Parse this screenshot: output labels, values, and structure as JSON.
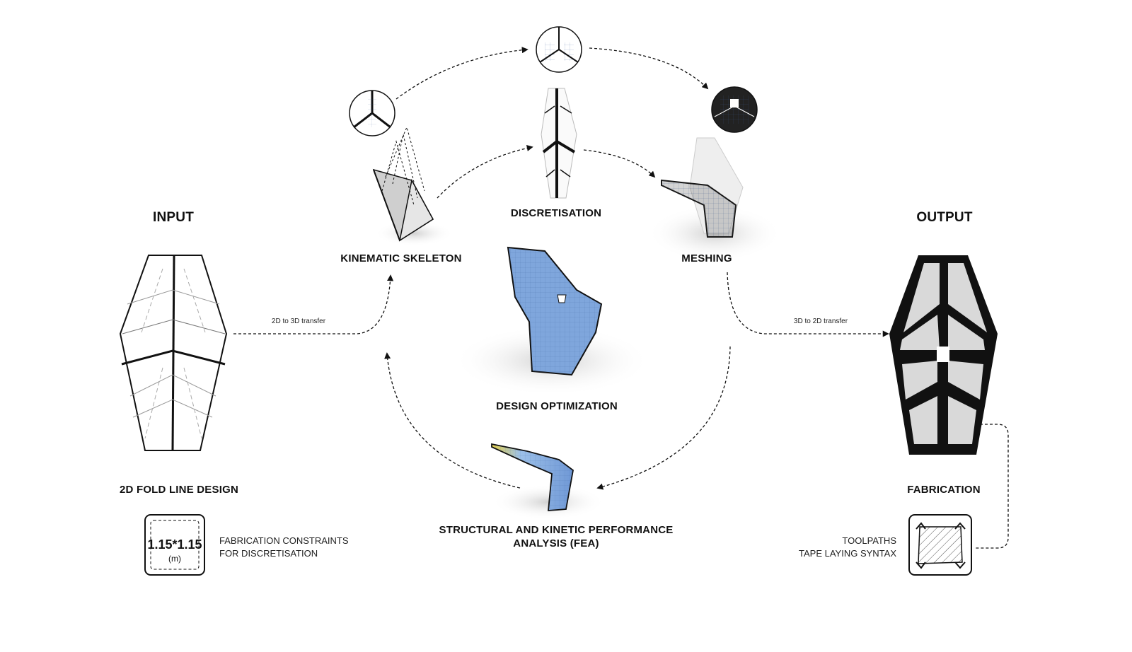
{
  "input_title": "INPUT",
  "output_title": "OUTPUT",
  "stages": {
    "kinematic": "KINEMATIC SKELETON",
    "discretisation": "DISCRETISATION",
    "meshing": "MESHING",
    "optimization": "DESIGN OPTIMIZATION",
    "fea_line1": "STRUCTURAL AND KINETIC PERFORMANCE",
    "fea_line2": "ANALYSIS (FEA)",
    "fold_design": "2D FOLD LINE DESIGN",
    "fabrication": "FABRICATION"
  },
  "transfers": {
    "to_3d": "2D to 3D transfer",
    "to_2d": "3D to 2D transfer"
  },
  "constraint_box": {
    "value": "1.15*1.15",
    "unit": "(m)",
    "line1": "FABRICATION CONSTRAINTS",
    "line2": "FOR DISCRETISATION"
  },
  "toolpath_box": {
    "line1": "TOOLPATHS",
    "line2": "TAPE LAYING SYNTAX"
  },
  "colors": {
    "ink": "#111111",
    "fea_blue": "#7fa6dc",
    "fea_yellow": "#e8d24a",
    "panel_grey": "#d9d9d9"
  }
}
